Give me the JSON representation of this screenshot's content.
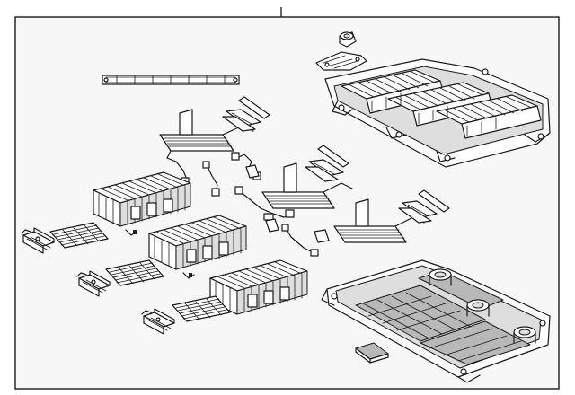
{
  "diagram": {
    "background": "#f7f7f7",
    "border_color": "#1a1a1a",
    "line_color": "#1a1a1a",
    "parts": [
      "upper-case-cover",
      "cover-insulator-plate",
      "battery-module",
      "battery-module",
      "battery-module",
      "lower-case-tray",
      "terminal-bus-bar-plate",
      "terminal-bus-bar-plate",
      "terminal-bus-bar-plate",
      "module-bracket",
      "module-bracket",
      "module-bracket",
      "wire-harness",
      "long-bus-bar-strip",
      "spacer-strip",
      "spacer-strip",
      "spacer-strip",
      "clamp-connector",
      "clamp-connector",
      "clamp-connector",
      "end-support-bracket",
      "end-support-bracket",
      "end-support-bracket",
      "cell-connector-plate",
      "cell-connector-plate",
      "cell-connector-plate",
      "small-cover-pad"
    ]
  }
}
